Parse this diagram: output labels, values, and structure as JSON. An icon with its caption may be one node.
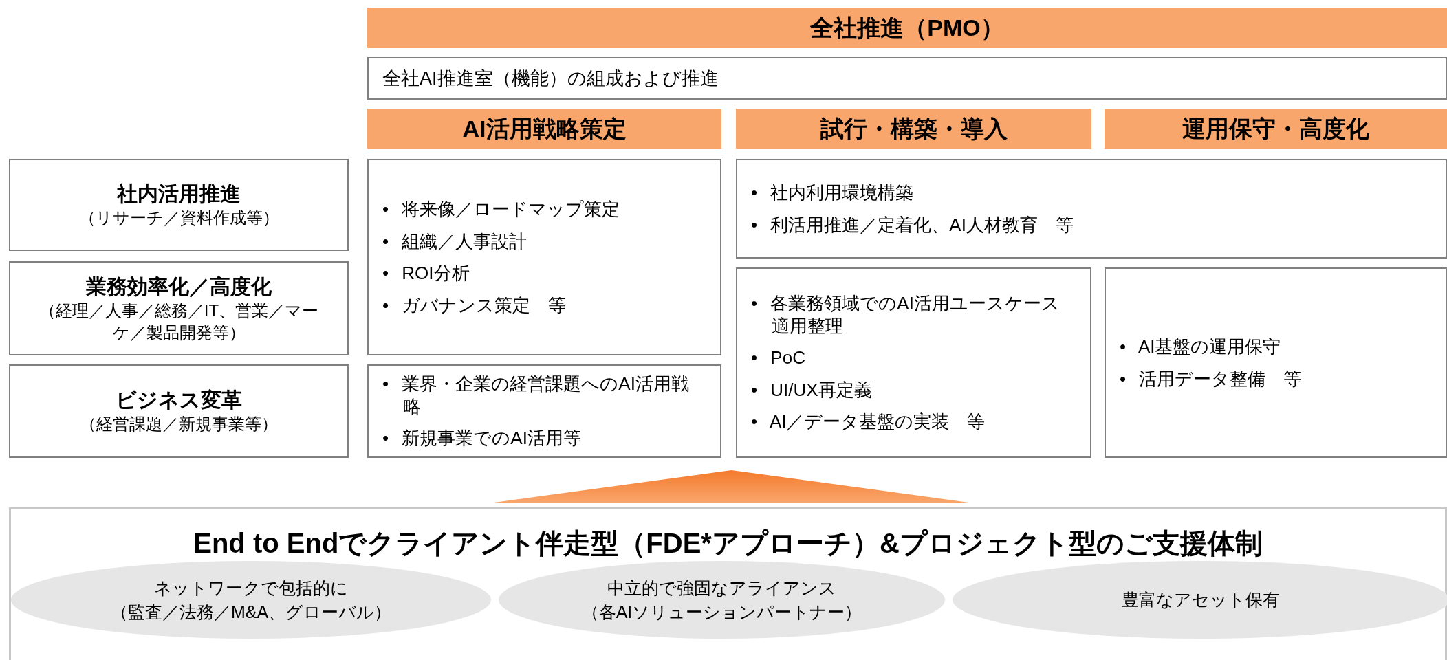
{
  "diagram": {
    "nodes": [
      {
        "text": [
          "全社推進（PMO）"
        ]
      },
      {
        "text": [
          "全社AI推進室（機能）の組成および推進"
        ]
      },
      {
        "text": [
          "AI活用戦略策定"
        ]
      },
      {
        "text": [
          "試行・構築・導入"
        ]
      },
      {
        "text": [
          "運用保守・高度化"
        ]
      },
      {
        "text": [
          "社内活用推進",
          "（リサーチ／資料作成等）"
        ]
      },
      {
        "text": [
          "• 将来像／ロードマップ策定",
          "• 組織／人事設計",
          "• ROI分析",
          "• ガバナンス策定　等"
        ]
      },
      {
        "text": [
          "• 社内利用環境構築",
          "• 利活用推進／定着化、AI人材教育　等"
        ]
      },
      {
        "text": [
          "業務効率化／高度化",
          "（経理／人事／総務／IT、営業／マーケ／製品開発等）"
        ]
      },
      {
        "text": [
          "• 各業務領域でのAI活用ユースケース適用整理",
          "• PoC",
          "• UI/UX再定義",
          "• AI／データ基盤の実装　等"
        ]
      },
      {
        "text": [
          "• AI基盤の運用保守",
          "• 活用データ整備　等"
        ]
      },
      {
        "text": [
          "ビジネス変革",
          "（経営課題／新規事業等）"
        ]
      },
      {
        "text": [
          "• 業界・企業の経営課題へのAI活用戦略",
          "• 新規事業でのAI活用等"
        ]
      },
      {
        "text": [],
        "shape": "triangle"
      },
      {
        "text": [
          "End to Endでクライアント伴走型（FDE*アプローチ）&プロジェクト型のご支援体制"
        ]
      },
      {
        "text": [
          "ネットワークで包括的に",
          "（監査／法務／M&A、グローバル）"
        ],
        "in": 14
      },
      {
        "text": [
          "中立的で強固なアライアンス",
          "（各AIソリューションパートナー）"
        ],
        "in": 14
      },
      {
        "text": [
          "豊富なアセット保有"
        ],
        "in": 14
      }
    ],
    "edges": []
  }
}
